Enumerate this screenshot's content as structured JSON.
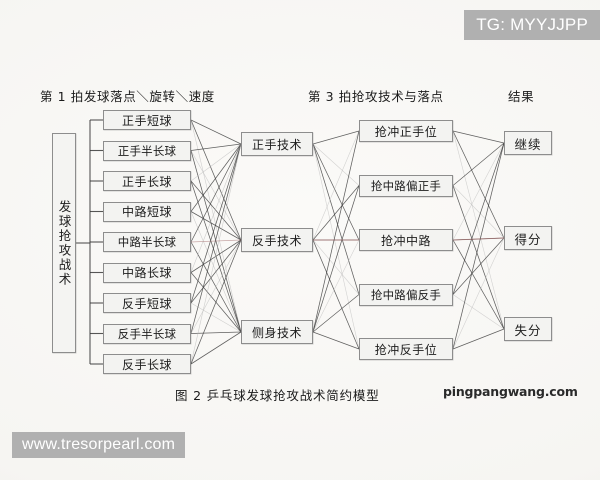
{
  "figure": {
    "caption": "图 2   乒乓球发球抢攻战术简约模型",
    "source_watermark": "pingpangwang.com"
  },
  "column_headings": {
    "serve": "第 1 拍发球落点＼旋转＼速度",
    "attack": "第 3 拍抢攻技术与落点",
    "result": "结果"
  },
  "root": {
    "label": "发球抢攻战术"
  },
  "serve_placements": [
    {
      "label": "正手短球"
    },
    {
      "label": "正手半长球"
    },
    {
      "label": "正手长球"
    },
    {
      "label": "中路短球"
    },
    {
      "label": "中路半长球"
    },
    {
      "label": "中路长球"
    },
    {
      "label": "反手短球"
    },
    {
      "label": "反手半长球"
    },
    {
      "label": "反手长球"
    }
  ],
  "techniques": [
    {
      "label": "正手技术"
    },
    {
      "label": "反手技术"
    },
    {
      "label": "侧身技术"
    }
  ],
  "attack_placements": [
    {
      "label": "抢冲正手位"
    },
    {
      "label": "抢中路偏正手"
    },
    {
      "label": "抢冲中路"
    },
    {
      "label": "抢中路偏反手"
    },
    {
      "label": "抢冲反手位"
    }
  ],
  "results": [
    {
      "label": "继续"
    },
    {
      "label": "得分"
    },
    {
      "label": "失分"
    }
  ],
  "overlays": {
    "telegram_tag": "TG: MYYJJPP",
    "site_url": "www.tresorpearl.com"
  },
  "colors": {
    "page_background": "#f8f7f5",
    "box_fill": "#f3f3f1",
    "box_border": "#8d8d8d",
    "edge_dark": "#3a3a3a",
    "edge_light": "#b9b9b9",
    "watermark_band": "#b0b0b0",
    "text": "#1d1d1d"
  }
}
